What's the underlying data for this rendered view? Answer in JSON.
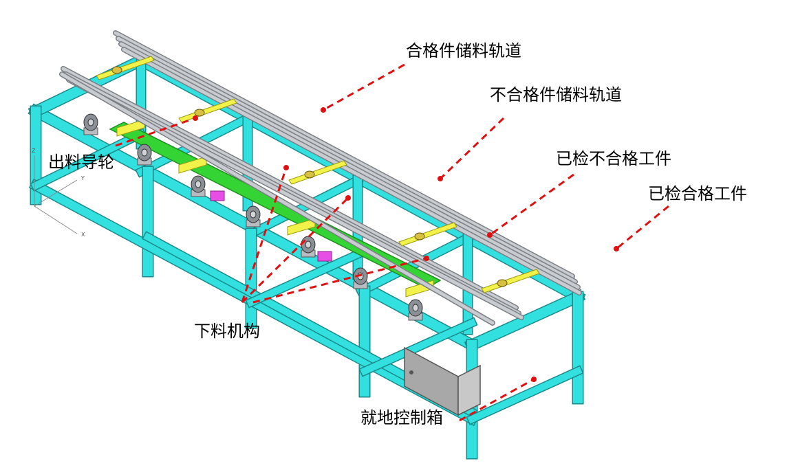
{
  "labels": {
    "qualified_track": "合格件储料轨道",
    "unqualified_track": "不合格件储料轨道",
    "checked_unqualified": "已检不合格工件",
    "checked_qualified": "已检合格工件",
    "output_guide_wheel": "出料导轮",
    "unloading_mechanism": "下料机构",
    "local_control_box": "就地控制箱"
  },
  "axis_labels": {
    "z": "Z",
    "y": "Y",
    "x": "X"
  },
  "colors": {
    "frame": "#33e0e0",
    "frame_edge": "#1a8a8a",
    "rail": "#c8ccd0",
    "rail_edge": "#7a7f84",
    "arm": "#f2f24a",
    "beam": "#35d435",
    "leader": "#e01010",
    "box": "#a8a8a8",
    "block": "#e64ee6"
  }
}
